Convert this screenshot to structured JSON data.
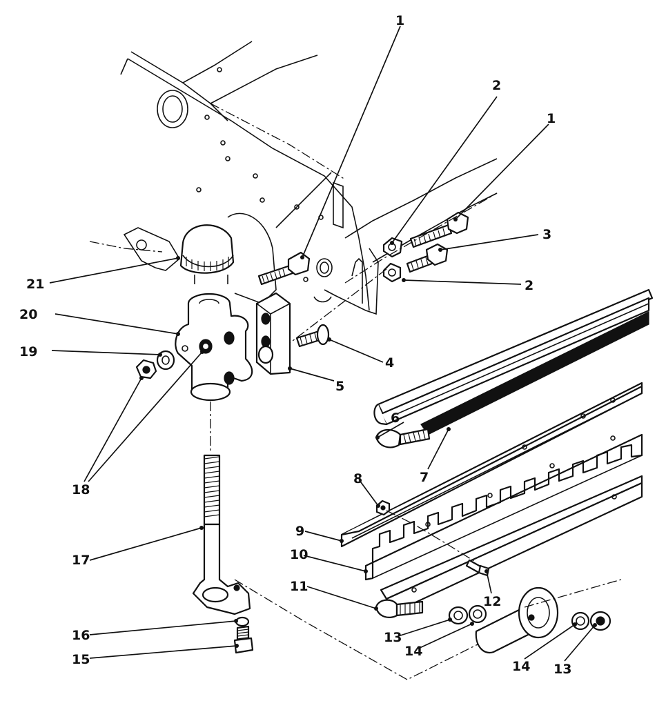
{
  "callouts": [
    {
      "id": "c1a",
      "text": "1"
    },
    {
      "id": "c2a",
      "text": "2"
    },
    {
      "id": "c1b",
      "text": "1"
    },
    {
      "id": "c3",
      "text": "3"
    },
    {
      "id": "c2b",
      "text": "2"
    },
    {
      "id": "c21",
      "text": "21"
    },
    {
      "id": "c20",
      "text": "20"
    },
    {
      "id": "c19",
      "text": "19"
    },
    {
      "id": "c4",
      "text": "4"
    },
    {
      "id": "c5",
      "text": "5"
    },
    {
      "id": "c6",
      "text": "6"
    },
    {
      "id": "c7",
      "text": "7"
    },
    {
      "id": "c18",
      "text": "18"
    },
    {
      "id": "c8",
      "text": "8"
    },
    {
      "id": "c9",
      "text": "9"
    },
    {
      "id": "c10",
      "text": "10"
    },
    {
      "id": "c17",
      "text": "17"
    },
    {
      "id": "c11",
      "text": "11"
    },
    {
      "id": "c12",
      "text": "12"
    },
    {
      "id": "c13a",
      "text": "13"
    },
    {
      "id": "c14a",
      "text": "14"
    },
    {
      "id": "c16",
      "text": "16"
    },
    {
      "id": "c15",
      "text": "15"
    },
    {
      "id": "c14b",
      "text": "14"
    },
    {
      "id": "c13b",
      "text": "13"
    }
  ]
}
